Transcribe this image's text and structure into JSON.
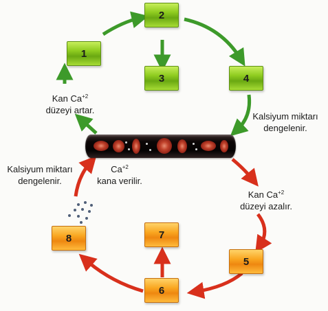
{
  "boxes": [
    {
      "id": "1",
      "label": "1",
      "color": "green"
    },
    {
      "id": "2",
      "label": "2",
      "color": "green"
    },
    {
      "id": "3",
      "label": "3",
      "color": "green"
    },
    {
      "id": "4",
      "label": "4",
      "color": "green"
    },
    {
      "id": "5",
      "label": "5",
      "color": "orange"
    },
    {
      "id": "6",
      "label": "6",
      "color": "orange"
    },
    {
      "id": "7",
      "label": "7",
      "color": "orange"
    },
    {
      "id": "8",
      "label": "8",
      "color": "orange"
    }
  ],
  "labels": {
    "kan_ca_artar": {
      "line1": "Kan Ca",
      "sup": "+2",
      "line2": "düzeyi artar."
    },
    "kalsiyum_top": {
      "line1": "Kalsiyum miktarı",
      "line2": "dengelenir."
    },
    "kalsiyum_left": {
      "line1": "Kalsiyum miktarı",
      "line2": "dengelenir."
    },
    "ca_verilir": {
      "line1": "Ca",
      "sup": "+2",
      "line2": "kana verilir."
    },
    "kan_ca_azalir": {
      "line1": "Kan Ca",
      "sup": "+2",
      "line2": "düzeyi azalır."
    }
  },
  "colors": {
    "green_arrow": "#3d9a2a",
    "red_arrow": "#d8301c",
    "green_box": "#8fcc20",
    "orange_box": "#f9a620",
    "vessel": "#0c0707",
    "blood_cell": "#c1432c"
  }
}
